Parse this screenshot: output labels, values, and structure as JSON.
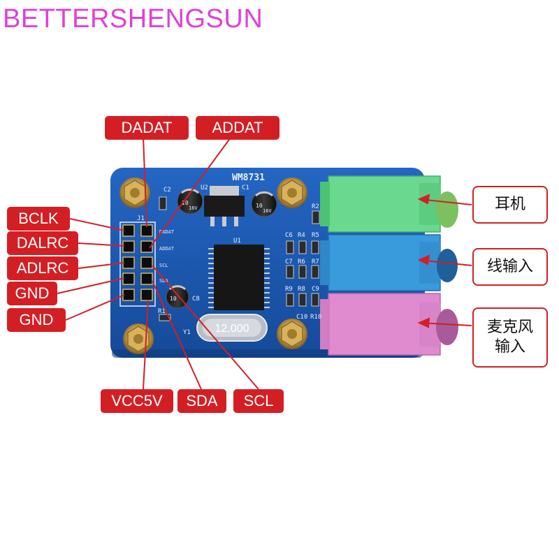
{
  "brand": {
    "text": "BETTERSHENGSUN",
    "color": "#e040d8"
  },
  "colors": {
    "pcb": "#1c5bb5",
    "label_red": "#d31f24",
    "jack_green": "#6ad88e",
    "jack_blue": "#3a9bdc",
    "jack_pink": "#e08ad0",
    "brass": "#c9a04a"
  },
  "board": {
    "chip_name": "WM8731",
    "crystal_text": "12.000",
    "header_label": "J1",
    "silk": {
      "c1": "C1",
      "c2": "C2",
      "u1": "U1",
      "u2": "U2",
      "c6": "C6",
      "r4": "R4",
      "r5": "R5",
      "c7": "C7",
      "r6": "R6",
      "r7": "R7",
      "r9": "R9",
      "r8": "R8",
      "c9": "C9",
      "c10": "C10",
      "r10": "R10",
      "r2": "R2",
      "r1": "R1",
      "y1": "Y1",
      "c8": "C8",
      "dadat": "DADAT",
      "addat": "ADDAT",
      "scl": "SCL",
      "sda": "SDA",
      "cap_value": "10",
      "cap_voltage": "16V"
    }
  },
  "pin_labels": {
    "top": [
      "DADAT",
      "ADDAT"
    ],
    "left": [
      "BCLK",
      "DALRC",
      "ADLRC",
      "GND",
      "GND"
    ],
    "bottom": [
      "VCC5V",
      "SDA",
      "SCL"
    ]
  },
  "jack_labels": {
    "headphone": "耳机",
    "line_in": "线输入",
    "mic_in_line1": "麦克风",
    "mic_in_line2": "输入"
  }
}
